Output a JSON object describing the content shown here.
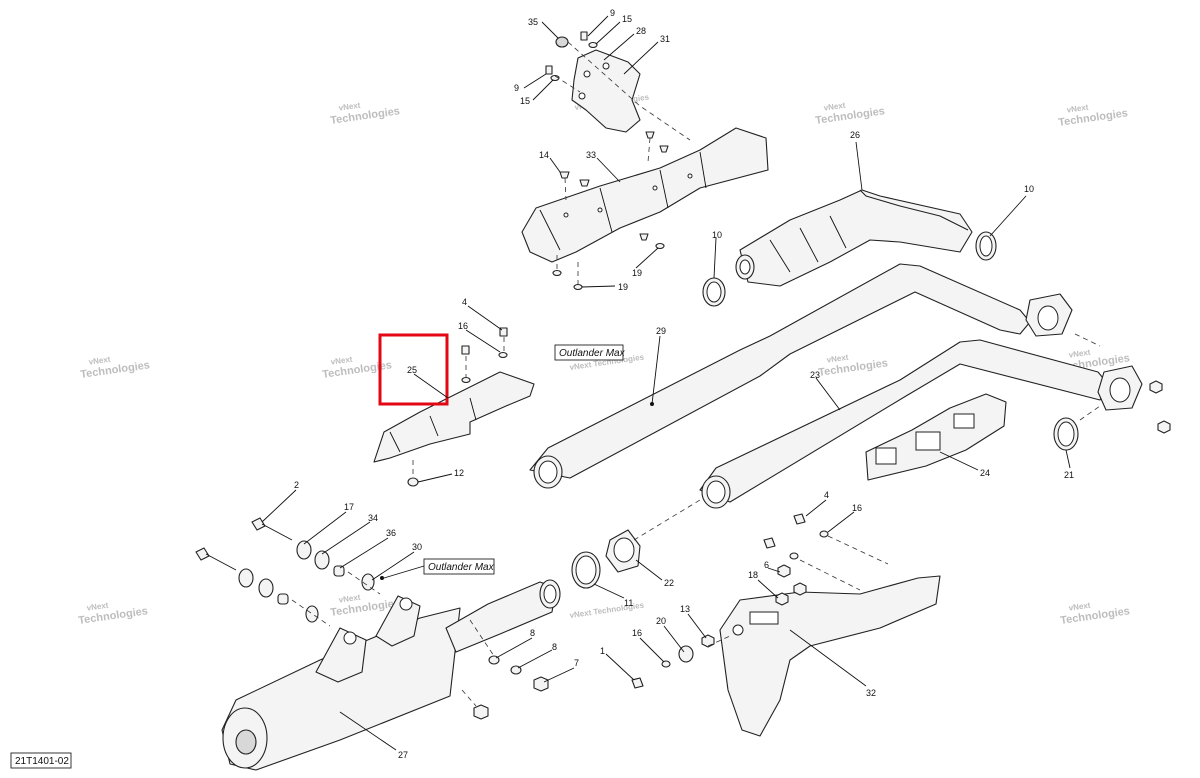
{
  "document_id": "21T1401-02",
  "watermark": {
    "line1": "vNext",
    "line2": "Technologies",
    "inline": "vNext Technologies"
  },
  "notes": [
    "Outlander Max",
    "Outlander Max"
  ],
  "callouts": [
    "35",
    "9",
    "15",
    "28",
    "31",
    "9",
    "15",
    "14",
    "33",
    "19",
    "19",
    "26",
    "10",
    "10",
    "4",
    "16",
    "25",
    "12",
    "29",
    "23",
    "21",
    "24",
    "2",
    "17",
    "34",
    "36",
    "30",
    "11",
    "22",
    "4",
    "16",
    "6",
    "18",
    "13",
    "16",
    "20",
    "1",
    "8",
    "8",
    "7",
    "32",
    "27"
  ],
  "highlight_label": "25",
  "colors": {
    "highlight": "#e30613",
    "line": "#222222",
    "watermark": "#bdbdbd"
  }
}
